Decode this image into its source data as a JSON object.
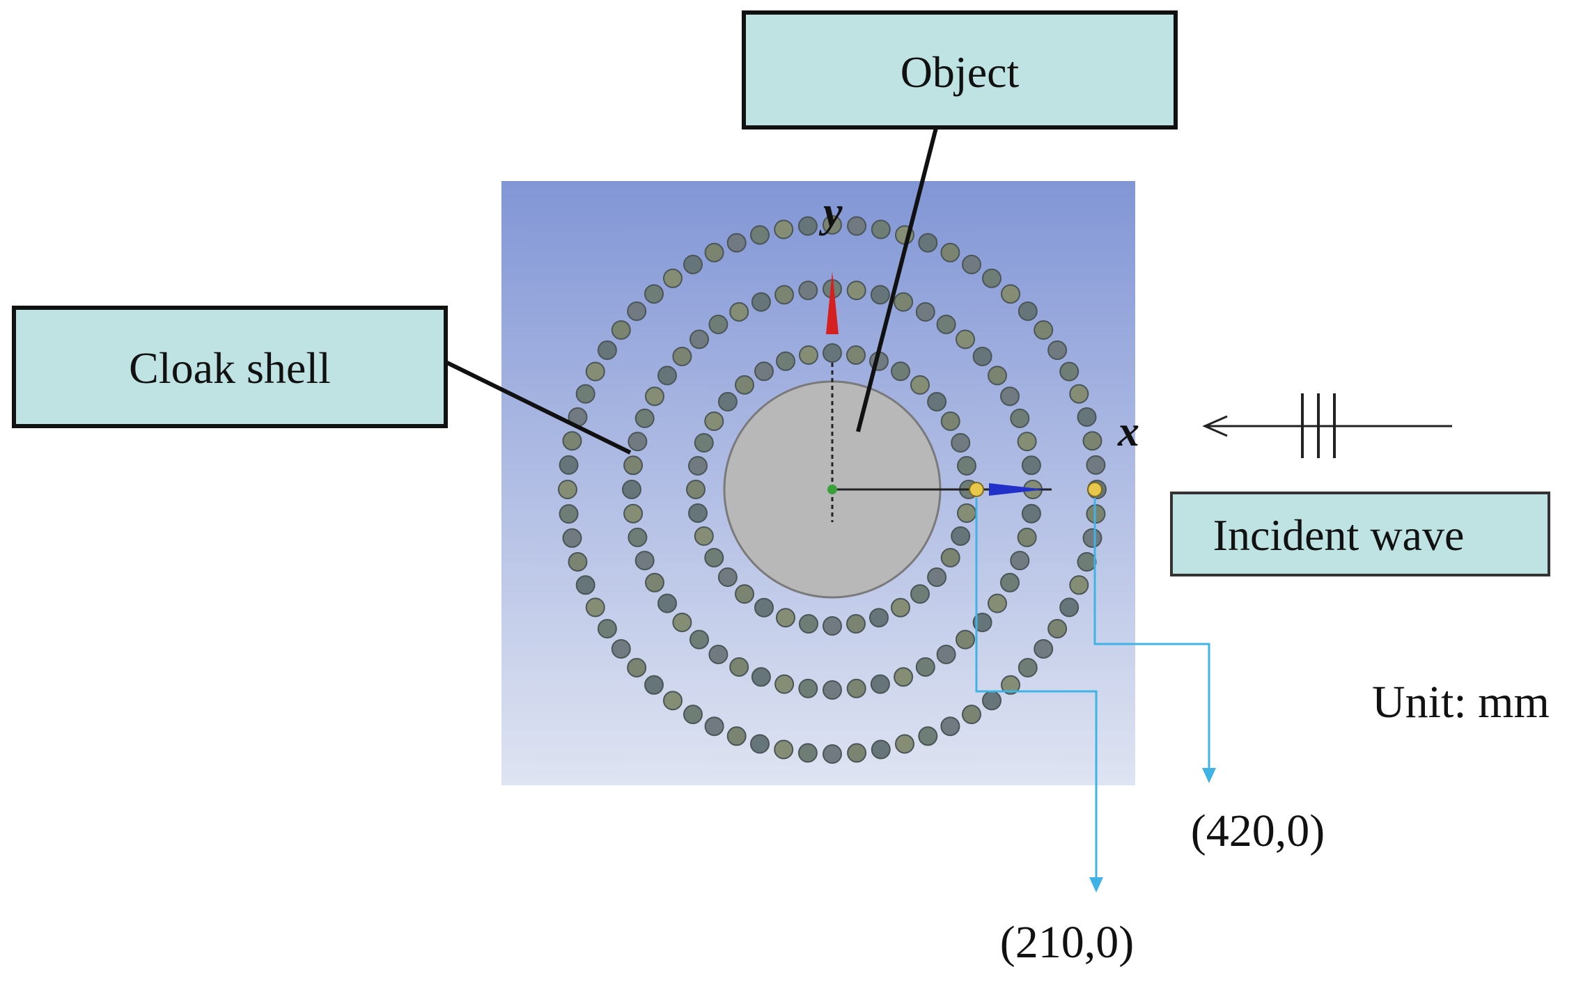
{
  "labels": {
    "object": "Object",
    "cloak_shell": "Cloak shell",
    "incident_wave": "Incident wave",
    "unit": "Unit: mm",
    "axis_x": "x",
    "axis_y": "y",
    "point_210": "(210,0)",
    "point_420": "(420,0)"
  },
  "colors": {
    "callout_fill": "#bfe3e3",
    "callout_border": "#111111",
    "domain_top": "#8296d6",
    "domain_bottom": "#dfe4f2",
    "object_fill": "#b8b8b8",
    "leader_line": "#3fb3e6",
    "marker": "#e9c74a",
    "y_axis_arrow": "#d42020",
    "x_axis_arrow": "#2030c8",
    "origin": "#3aa03a"
  },
  "cloak_rings": {
    "count": 3
  }
}
